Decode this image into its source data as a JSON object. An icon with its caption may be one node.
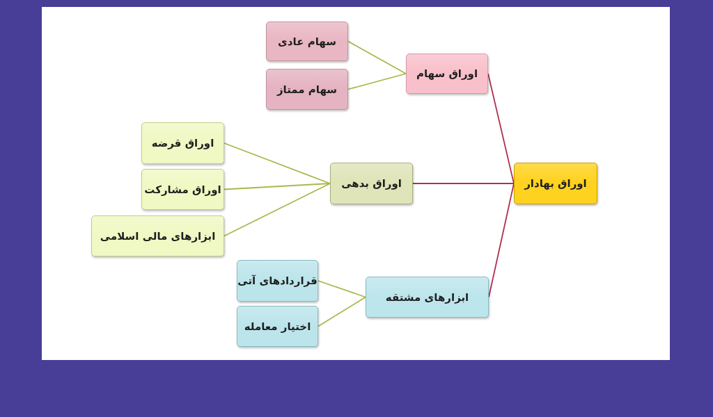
{
  "diagram": {
    "nodes": [
      {
        "text": [
          "اوراق بهادار"
        ]
      },
      {
        "text": [
          "اوراق سهام"
        ]
      },
      {
        "text": [
          "اوراق بدهی"
        ]
      },
      {
        "text": [
          "ابزارهای مشتقه"
        ]
      },
      {
        "text": [
          "سهام عادی"
        ]
      },
      {
        "text": [
          "سهام ممتاز"
        ]
      },
      {
        "text": [
          "اوراق قرضه"
        ]
      },
      {
        "text": [
          "اوراق مشارکت"
        ]
      },
      {
        "text": [
          "ابزارهای مالی اسلامی"
        ]
      },
      {
        "text": [
          "قراردادهای آتی"
        ]
      },
      {
        "text": [
          "اختیار معامله"
        ]
      }
    ],
    "edges": [
      {
        "from": 0,
        "to": 1,
        "arrow": "none",
        "color": "#b0304f"
      },
      {
        "from": 0,
        "to": 2,
        "arrow": "none",
        "color": "#b0304f"
      },
      {
        "from": 0,
        "to": 3,
        "arrow": "none",
        "color": "#b0304f"
      },
      {
        "from": 1,
        "to": 4,
        "arrow": "none"
      },
      {
        "from": 1,
        "to": 5,
        "arrow": "none"
      },
      {
        "from": 2,
        "to": 6,
        "arrow": "none"
      },
      {
        "from": 2,
        "to": 7,
        "arrow": "none"
      },
      {
        "from": 2,
        "to": 8,
        "arrow": "none"
      },
      {
        "from": 3,
        "to": 9,
        "arrow": "none"
      },
      {
        "from": 3,
        "to": 10,
        "arrow": "none"
      }
    ]
  }
}
